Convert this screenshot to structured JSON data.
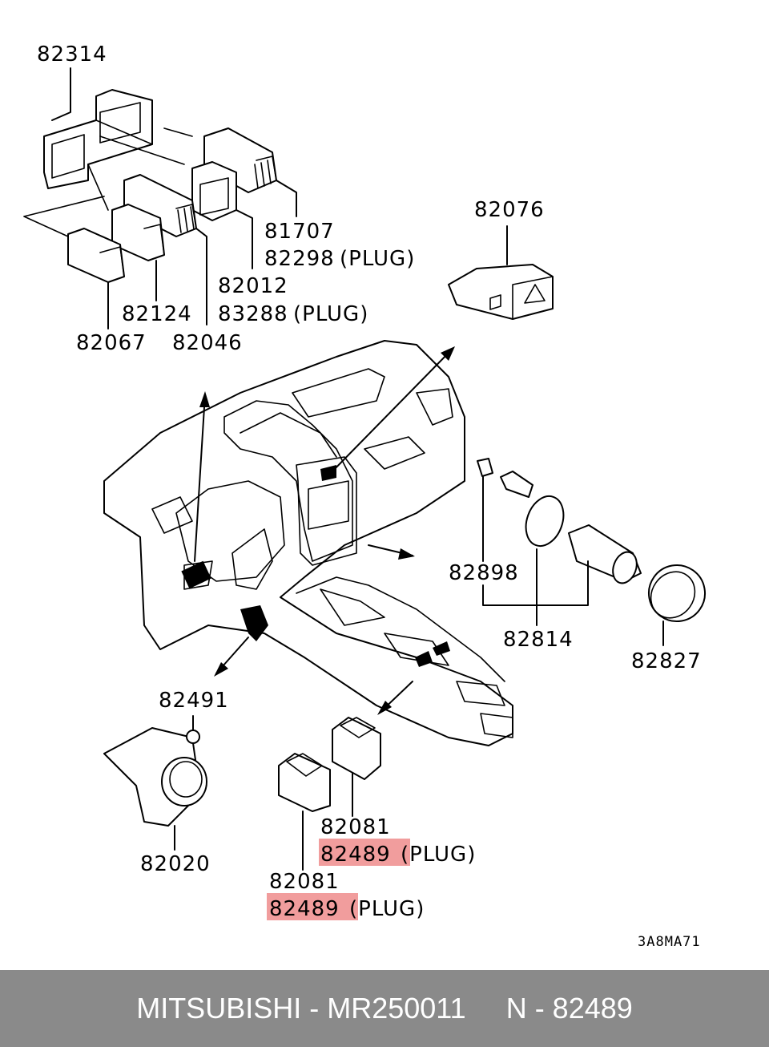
{
  "labels": {
    "p82314": "82314",
    "p81707": "81707",
    "p82298": "82298",
    "p82012": "82012",
    "p83288": "83288",
    "p82124": "82124",
    "p82067": "82067",
    "p82046": "82046",
    "p82076": "82076",
    "p82898": "82898",
    "p82814": "82814",
    "p82827": "82827",
    "p82491": "82491",
    "p82020": "82020",
    "p82081a": "82081",
    "p82489a": "82489",
    "p82081b": "82081",
    "p82489b": "82489",
    "plug": "(PLUG)"
  },
  "diagram_code": "3A8MA71",
  "footer": {
    "brand": "MITSUBISHI",
    "sep1": " - ",
    "part_number": "MR250011",
    "gap": "     ",
    "ref": "N - 82489"
  },
  "colors": {
    "highlight": "#ee8c8c",
    "footer_bg": "#8a8a8a",
    "footer_text": "#ffffff"
  }
}
